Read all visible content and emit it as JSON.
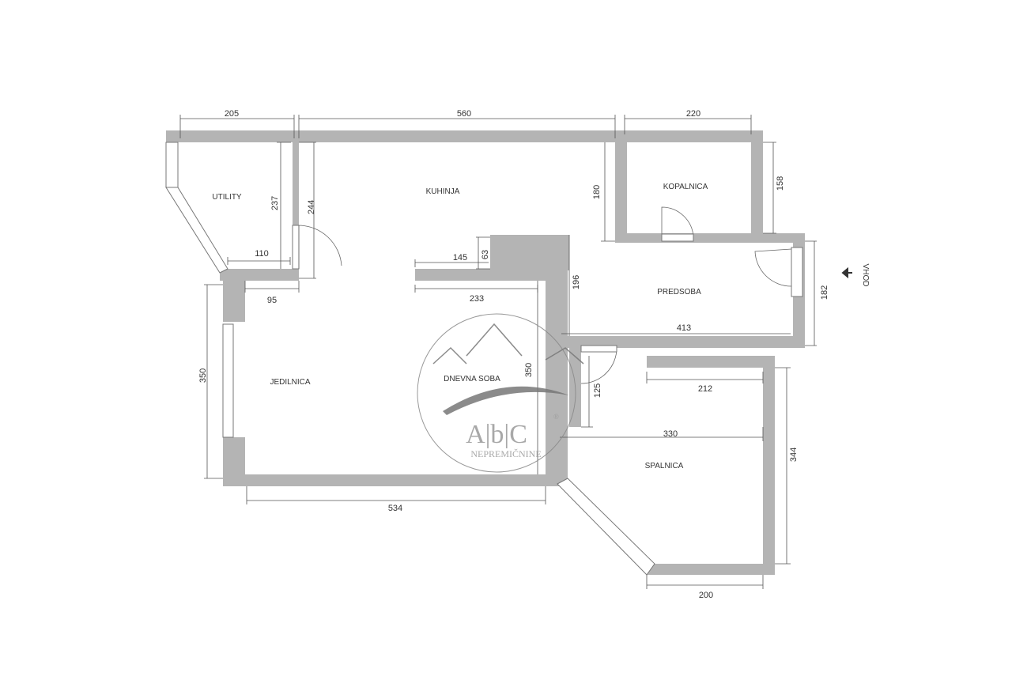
{
  "rooms": {
    "utility": "UTILITY",
    "kuhinja": "KUHINJA",
    "kopalnica": "KOPALNICA",
    "predsoba": "PREDSOBA",
    "jedilnica": "JEDILNICA",
    "dnevna_soba": "DNEVNA SOBA",
    "spalnica": "SPALNICA"
  },
  "entrance": {
    "label": "VHOD",
    "icon": "arrow-left-icon"
  },
  "dimensions": [
    "205",
    "560",
    "220",
    "237",
    "244",
    "110",
    "95",
    "145",
    "63",
    "233",
    "180",
    "158",
    "196",
    "182",
    "413",
    "350",
    "350",
    "125",
    "212",
    "330",
    "344",
    "534",
    "200"
  ],
  "logo": {
    "letters": "A|b|C",
    "name": "NEPREMIČNINE",
    "registered": "®"
  },
  "colors": {
    "wall": "#b4b4b4",
    "line": "#555555"
  }
}
